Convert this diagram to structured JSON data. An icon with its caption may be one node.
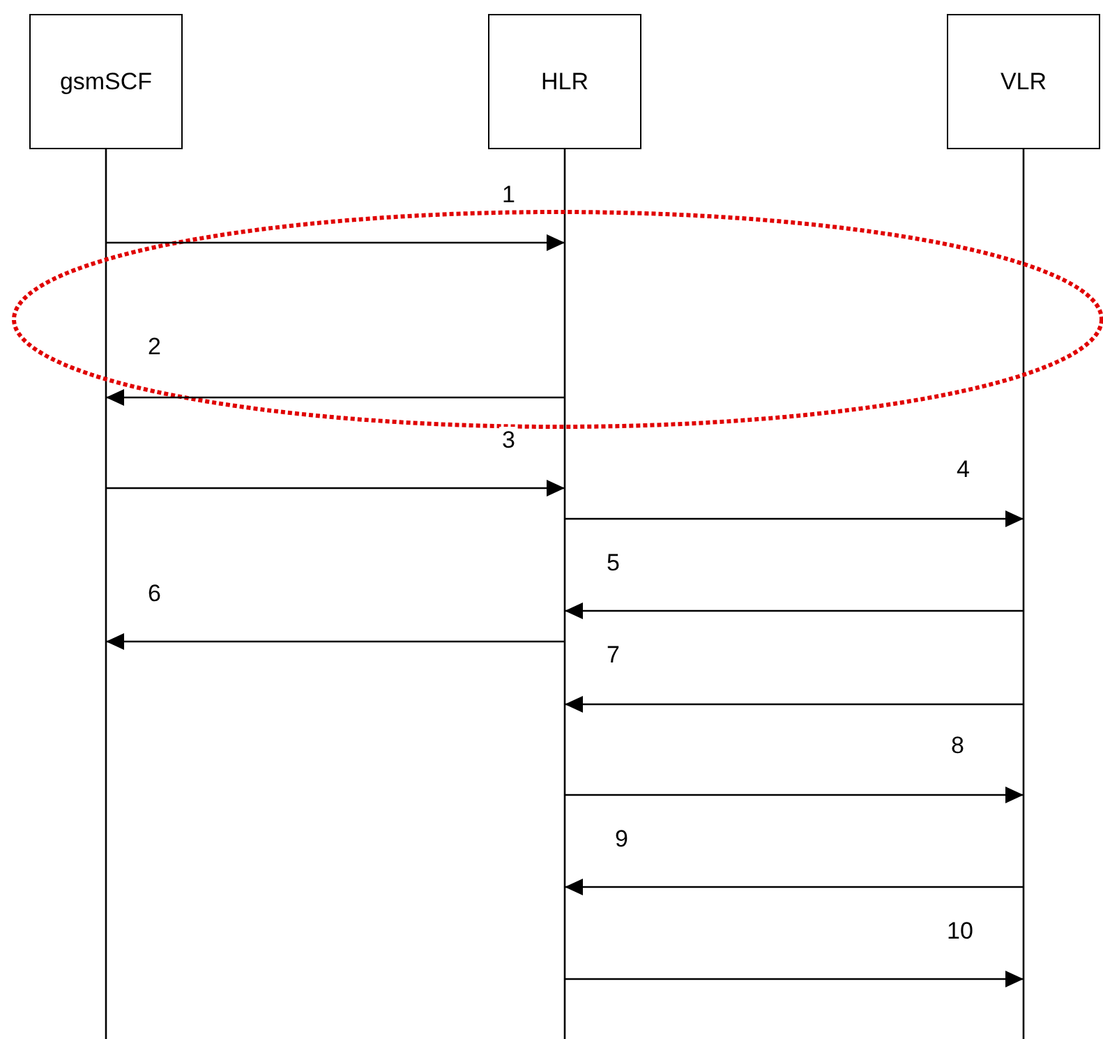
{
  "diagram": {
    "nodes": [
      {
        "text": [
          "gsmSCF"
        ]
      },
      {
        "text": [
          "HLR"
        ]
      },
      {
        "text": [
          "VLR"
        ]
      }
    ],
    "edges": [
      {
        "from": 0,
        "to": 1,
        "arrow": "to",
        "label": "1"
      },
      {
        "from": 1,
        "to": 0,
        "arrow": "to",
        "label": "2"
      },
      {
        "from": 0,
        "to": 1,
        "arrow": "to",
        "label": "3"
      },
      {
        "from": 1,
        "to": 2,
        "arrow": "to",
        "label": "4"
      },
      {
        "from": 2,
        "to": 1,
        "arrow": "to",
        "label": "5"
      },
      {
        "from": 1,
        "to": 0,
        "arrow": "to",
        "label": "6"
      },
      {
        "from": 2,
        "to": 1,
        "arrow": "to",
        "label": "7"
      },
      {
        "from": 1,
        "to": 2,
        "arrow": "to",
        "label": "8"
      },
      {
        "from": 2,
        "to": 1,
        "arrow": "to",
        "label": "9"
      },
      {
        "from": 1,
        "to": 2,
        "arrow": "to",
        "label": "10"
      }
    ]
  }
}
